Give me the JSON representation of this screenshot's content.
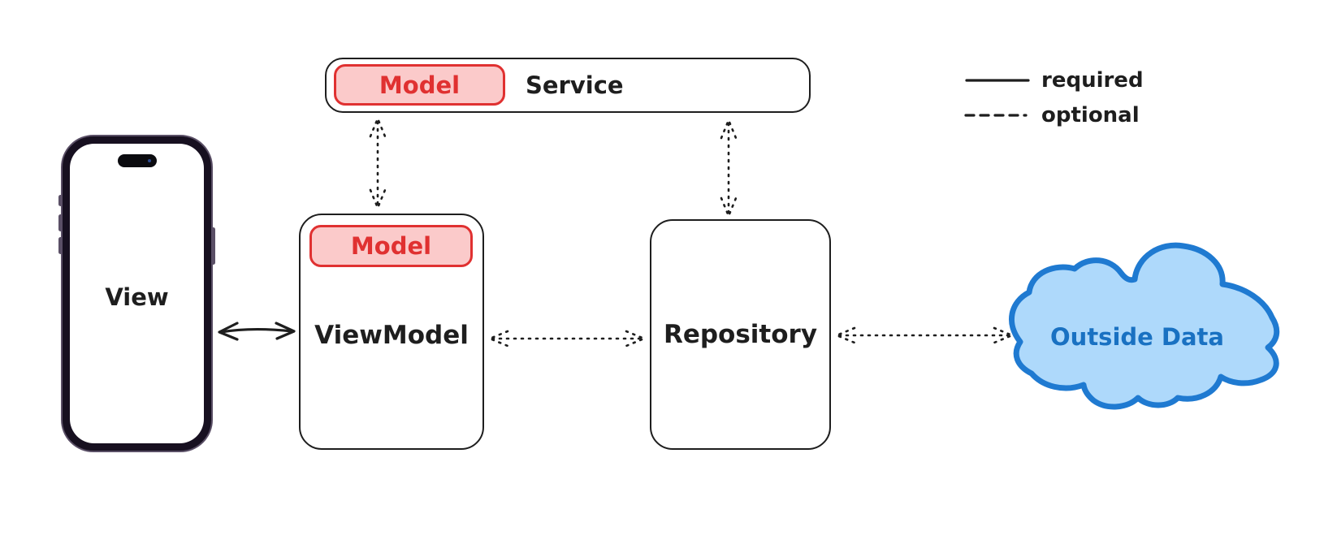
{
  "diagram_type": "architecture-diagram",
  "legend": {
    "items": [
      {
        "style": "solid",
        "label": "required"
      },
      {
        "style": "dashed",
        "label": "optional"
      }
    ]
  },
  "nodes": {
    "view": {
      "label": "View",
      "container": "iphone-mockup"
    },
    "viewmodel": {
      "label": "ViewModel",
      "badge": "Model"
    },
    "service": {
      "label": "Service",
      "badge": "Model"
    },
    "repository": {
      "label": "Repository"
    },
    "outside_data": {
      "label": "Outside Data",
      "shape": "cloud"
    }
  },
  "edges": [
    {
      "from": "view",
      "to": "viewmodel",
      "type": "required",
      "direction": "bidirectional"
    },
    {
      "from": "viewmodel",
      "to": "service",
      "type": "optional",
      "direction": "bidirectional"
    },
    {
      "from": "repository",
      "to": "service",
      "type": "optional",
      "direction": "bidirectional"
    },
    {
      "from": "viewmodel",
      "to": "repository",
      "type": "optional",
      "direction": "bidirectional"
    },
    {
      "from": "repository",
      "to": "outside_data",
      "type": "optional",
      "direction": "bidirectional"
    }
  ],
  "colors": {
    "ink": "#1e1e1e",
    "badge_stroke": "#e03131",
    "badge_fill": "#fbcaca",
    "badge_text": "#e03131",
    "cloud_stroke": "#1f7ad1",
    "cloud_fill": "#aed9fb",
    "cloud_text": "#1971c2",
    "phone_frame": "#171020",
    "phone_frame_edge": "#5a4f66",
    "background": "#ffffff"
  }
}
